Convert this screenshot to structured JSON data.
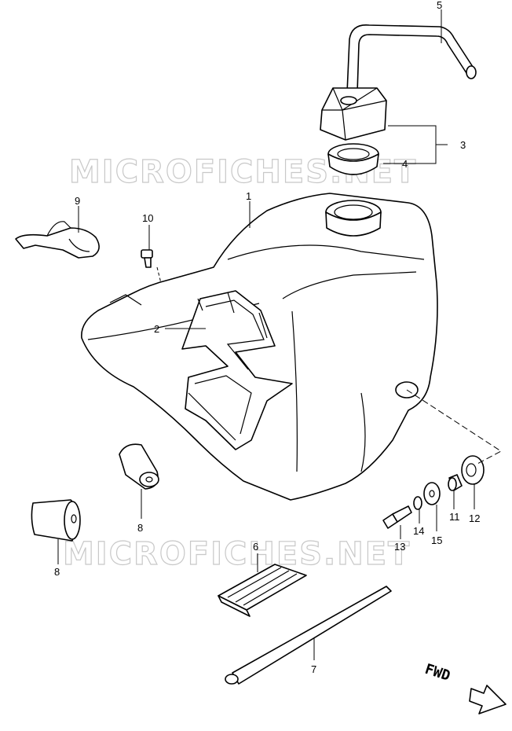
{
  "watermarks": [
    "MICROFICHES.NET",
    "MICROFICHES.NET"
  ],
  "fwd_label": "FWD",
  "callouts": {
    "c1": "1",
    "c2": "2",
    "c3": "3",
    "c4": "4",
    "c5": "5",
    "c6": "6",
    "c7": "7",
    "c8a": "8",
    "c8b": "8",
    "c9": "9",
    "c10": "10",
    "c11": "11",
    "c12": "12",
    "c13": "13",
    "c14": "14",
    "c15": "15"
  },
  "icons": {
    "fwd_arrow": "fwd-arrow-icon"
  }
}
